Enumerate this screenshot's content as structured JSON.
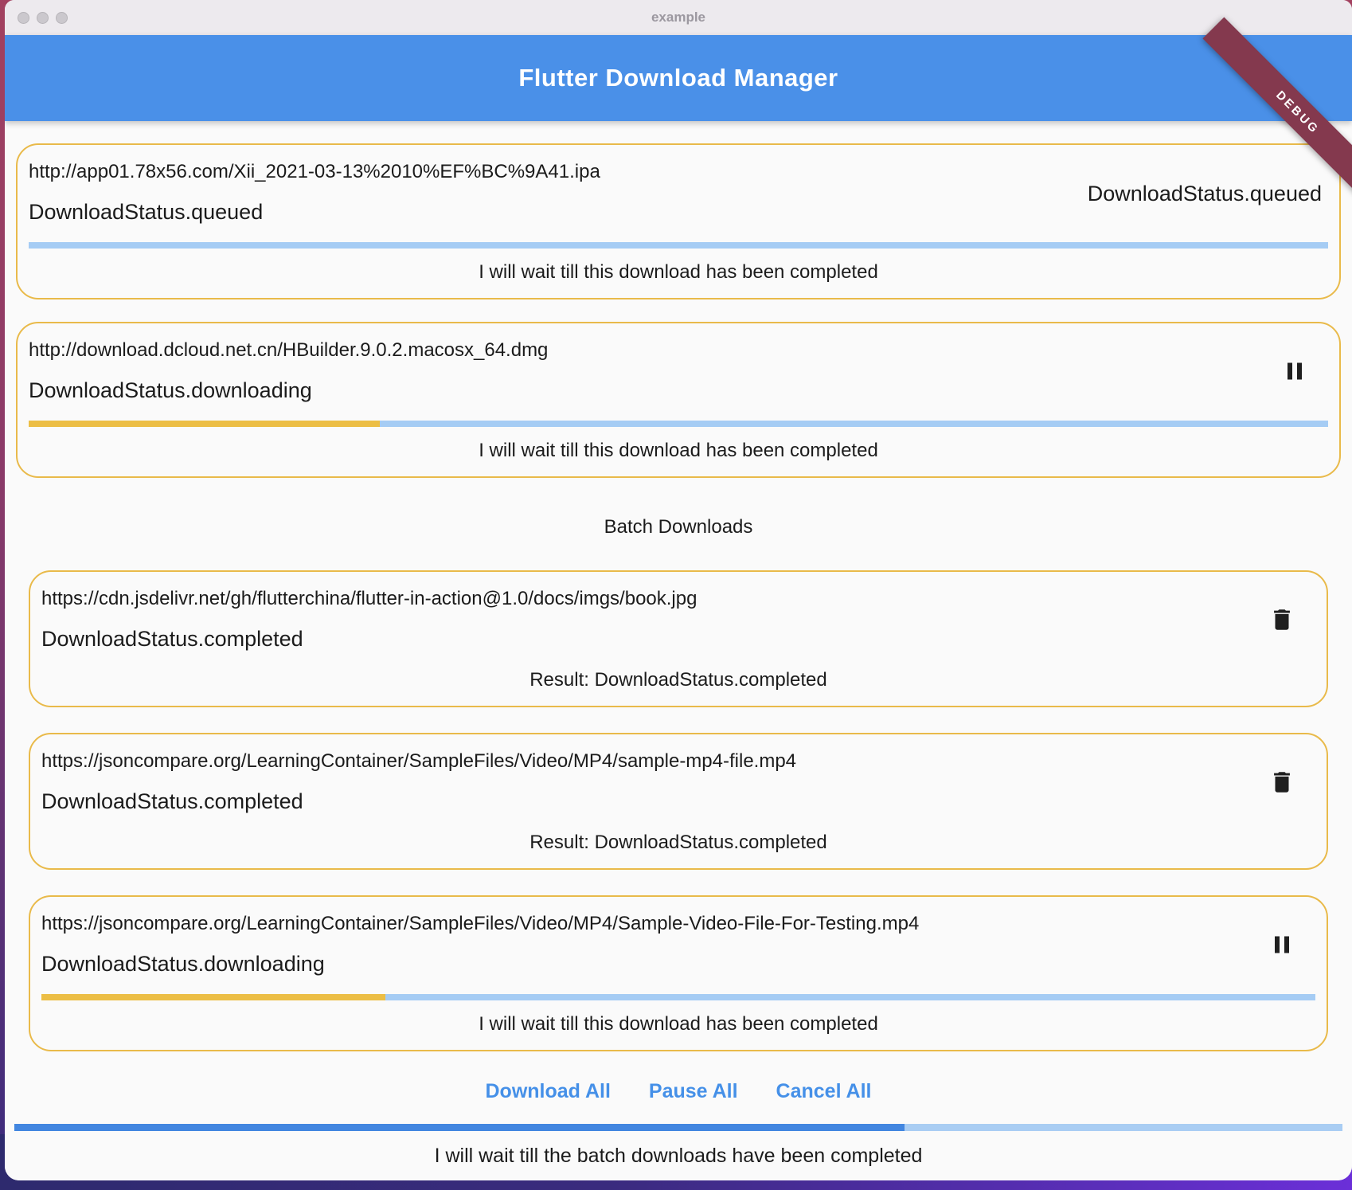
{
  "window": {
    "titlebar_title": "example"
  },
  "app_bar": {
    "title": "Flutter Download Manager",
    "debug_banner_label": "DEBUG"
  },
  "colors": {
    "app_bar_blue": "#4A90E8",
    "card_border_amber": "#E9BA4A",
    "progress_track_light_blue": "#A5CCF4",
    "progress_fill_yellow": "#ECBE45",
    "batch_bar_fill_blue": "#4286E0",
    "debug_banner_maroon": "#84394E",
    "frame_gradient_top": "#A34160",
    "frame_gradient_bottom": "#6B2FD8",
    "action_text_blue": "#4590E8"
  },
  "downloads": [
    {
      "url": "http://app01.78x56.com/Xii_2021-03-13%2010%EF%BC%9A41.ipa",
      "status": "DownloadStatus.queued",
      "right_label": "DownloadStatus.queued",
      "progress_percent": 0,
      "caption": "I will wait till this download has been completed"
    },
    {
      "url": "http://download.dcloud.net.cn/HBuilder.9.0.2.macosx_64.dmg",
      "status": "DownloadStatus.downloading",
      "action_icon": "pause-icon",
      "progress_percent": 27,
      "caption": "I will wait till this download has been completed"
    }
  ],
  "batch_section": {
    "heading": "Batch Downloads",
    "downloads": [
      {
        "url": "https://cdn.jsdelivr.net/gh/flutterchina/flutter-in-action@1.0/docs/imgs/book.jpg",
        "status": "DownloadStatus.completed",
        "action_icon": "delete-icon",
        "caption": "Result: DownloadStatus.completed"
      },
      {
        "url": "https://jsoncompare.org/LearningContainer/SampleFiles/Video/MP4/sample-mp4-file.mp4",
        "status": "DownloadStatus.completed",
        "action_icon": "delete-icon",
        "caption": "Result: DownloadStatus.completed"
      },
      {
        "url": "https://jsoncompare.org/LearningContainer/SampleFiles/Video/MP4/Sample-Video-File-For-Testing.mp4",
        "status": "DownloadStatus.downloading",
        "action_icon": "pause-icon",
        "progress_percent": 27,
        "caption": "I will wait till this download has been completed"
      }
    ],
    "actions": {
      "download_all": "Download All",
      "pause_all": "Pause All",
      "cancel_all": "Cancel All"
    },
    "progress_percent": 67,
    "caption": "I will wait till the batch downloads have been completed"
  }
}
